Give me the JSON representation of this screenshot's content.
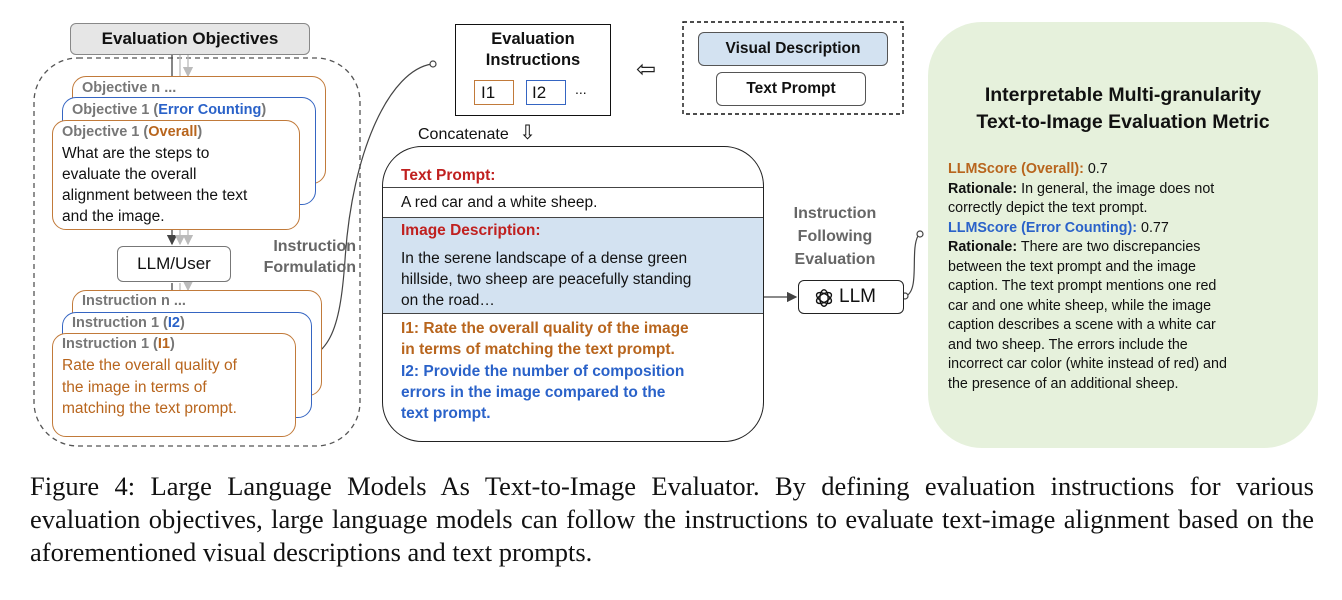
{
  "left_panel": {
    "evaluation_objectives": "Evaluation Objectives",
    "objective_n": "Objective n ...",
    "objective_1_error_prefix": "Objective 1 (",
    "objective_1_error_name": "Error Counting",
    "objective_1_overall_prefix": "Objective 1 (",
    "objective_1_overall_name": "Overall",
    "close_paren": ")",
    "objective_text_lines": [
      "What are the steps to",
      "evaluate the overall",
      "alignment between the text",
      "and the image."
    ],
    "llm_user": "LLM/User",
    "instruction_formulation_lines": [
      "Instruction",
      "Formulation"
    ],
    "instruction_n": "Instruction n ...",
    "instruction_1_i2_prefix": "Instruction 1 (",
    "instruction_1_i2_name": "I2",
    "instruction_1_i1_prefix": "Instruction 1 (",
    "instruction_1_i1_name": "I1",
    "instruction_text_lines": [
      "Rate the overall quality of",
      "the image in terms of",
      "matching the text prompt."
    ]
  },
  "middle_panel": {
    "evaluation_instructions_lines": [
      "Evaluation",
      "Instructions"
    ],
    "i1": "I1",
    "i2": "I2",
    "ellipsis": "...",
    "arrow_left": "⇦",
    "concatenate": "Concatenate",
    "arrow_down": "⇩",
    "visual_description": "Visual Description",
    "text_prompt_box": "Text Prompt",
    "text_prompt_label": "Text Prompt:",
    "text_prompt_value": "A red car and a white sheep.",
    "image_description_label": "Image Description:",
    "image_description_lines": [
      "In the serene landscape of a dense green",
      "hillside, two  sheep are peacefully standing",
      "on the road…"
    ],
    "i1_instruction_lines": [
      "I1: Rate the overall quality of the image",
      "in terms of matching the text prompt."
    ],
    "i2_instruction_lines": [
      "I2: Provide the number of composition",
      "errors in the image compared to the",
      "text prompt."
    ],
    "instruction_following_lines": [
      "Instruction",
      "Following",
      "Evaluation"
    ],
    "llm": "LLM"
  },
  "right_panel": {
    "title_lines": [
      "Interpretable Multi-granularity",
      "Text-to-Image Evaluation Metric"
    ],
    "llmscore_overall_label": "LLMScore (Overall):",
    "llmscore_overall_value": " 0.7",
    "rationale_label": "Rationale:",
    "rationale_1_first": " In general, the image does not",
    "rationale_1_rest": "correctly depict the text prompt.",
    "llmscore_error_label": "LLMScore (Error Counting):",
    "llmscore_error_value": " 0.77",
    "rationale_2_first": " There are two discrepancies",
    "rationale_2_rest_lines": [
      "between the text prompt and the image",
      "caption. The text prompt mentions one red",
      "car and one white sheep, while the image",
      "caption describes a scene with a white car",
      "and two sheep. The errors include the",
      "incorrect car color (white instead of red) and",
      "the presence of an additional sheep."
    ]
  },
  "caption": "Figure 4: Large Language Models As Text-to-Image Evaluator. By defining evaluation instructions for various evaluation objectives, large language models can follow the instructions to evaluate text-image alignment based on the aforementioned visual descriptions and text prompts.",
  "colors": {
    "orange": "#b8651d",
    "blue": "#2a62c9",
    "red": "#c0201f",
    "gray_box": "#e6e6e6",
    "light_blue_fill": "#d3e2f1",
    "green_panel": "#e6f1dc"
  }
}
